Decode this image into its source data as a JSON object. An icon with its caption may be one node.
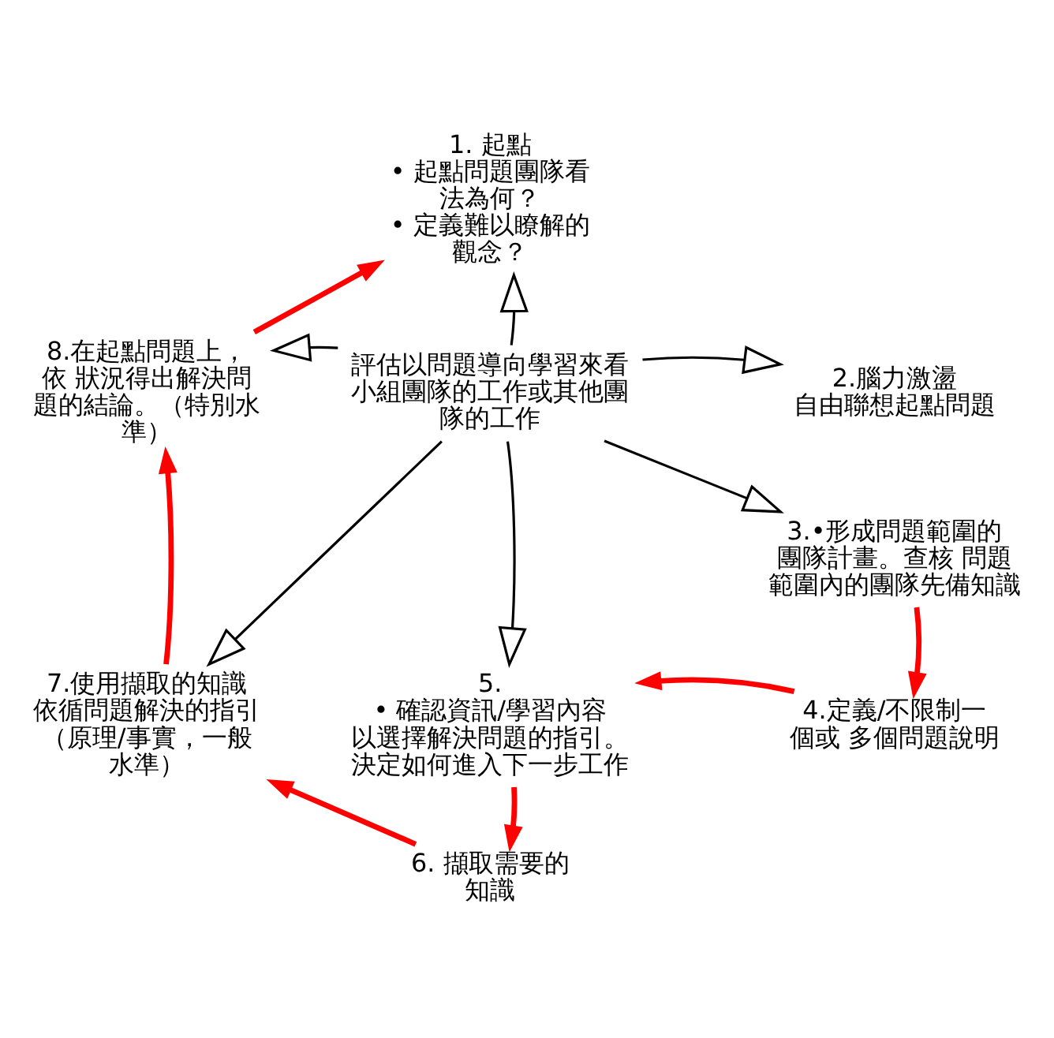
{
  "diagram": {
    "nodes": [
      {
        "text": [
          "1. 起點",
          "• 起點問題團隊看法為何？",
          "• 定義難以瞭解的觀念？"
        ]
      },
      {
        "text": [
          "2.腦力激盪",
          "自由聯想起點問題"
        ]
      },
      {
        "text": [
          "3.•形成問題範圍的團隊計畫。查核 問題範圍內的團隊先備知識"
        ]
      },
      {
        "text": [
          "4.定義/不限制一個或 多個問題說明"
        ]
      },
      {
        "text": [
          "5.",
          "• 確認資訊/學習內容以選擇解決問題的指引。決定如何進入下一步工作"
        ]
      },
      {
        "text": [
          "6. 擷取需要的知識"
        ]
      },
      {
        "text": [
          "7.使用擷取的知識依循問題解決的指引（原理/事實，一般水準）"
        ]
      },
      {
        "text": [
          "8.在起點問題上，依 狀況得出解決問題的結論。（特別水準）"
        ]
      },
      {
        "text": [
          "評估以問題導向學習來看小組團隊的工作或其他團隊的工作"
        ]
      }
    ],
    "edges": [
      {
        "from": 8,
        "to": 0,
        "arrow": "to",
        "color": "#000000"
      },
      {
        "from": 8,
        "to": 1,
        "arrow": "to",
        "color": "#000000"
      },
      {
        "from": 8,
        "to": 2,
        "arrow": "to",
        "color": "#000000"
      },
      {
        "from": 8,
        "to": 4,
        "arrow": "to",
        "color": "#000000"
      },
      {
        "from": 8,
        "to": 6,
        "arrow": "to",
        "color": "#000000"
      },
      {
        "from": 8,
        "to": 7,
        "arrow": "to",
        "color": "#000000"
      },
      {
        "from": 2,
        "to": 3,
        "arrow": "to",
        "style": "thick",
        "color": "#ff0000"
      },
      {
        "from": 3,
        "to": 4,
        "arrow": "to",
        "style": "thick",
        "color": "#ff0000"
      },
      {
        "from": 4,
        "to": 5,
        "arrow": "to",
        "style": "thick",
        "color": "#ff0000"
      },
      {
        "from": 5,
        "to": 6,
        "arrow": "to",
        "style": "thick",
        "color": "#ff0000"
      },
      {
        "from": 6,
        "to": 7,
        "arrow": "to",
        "style": "thick",
        "color": "#ff0000"
      },
      {
        "from": 7,
        "to": 0,
        "arrow": "to",
        "style": "thick",
        "color": "#ff0000"
      }
    ]
  }
}
